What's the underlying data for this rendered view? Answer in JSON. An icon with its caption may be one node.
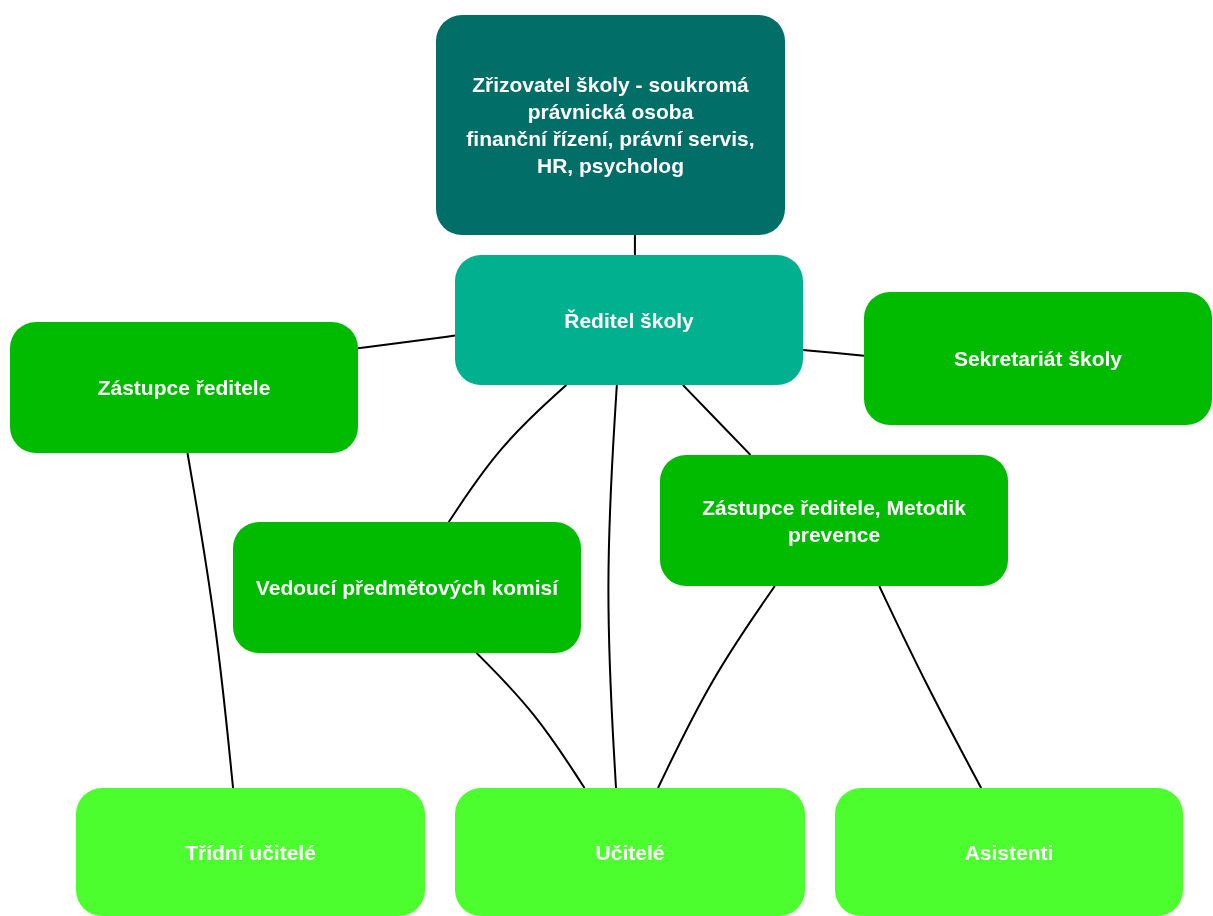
{
  "diagram": {
    "nodes": [
      {
        "text": [
          "Zřizovatel školy - soukromá právnická osoba",
          "finanční řízení, právní servis, HR, psycholog"
        ]
      },
      {
        "text": [
          "Ředitel školy"
        ]
      },
      {
        "text": [
          "Sekretariát školy"
        ]
      },
      {
        "text": [
          "Zástupce ředitele"
        ]
      },
      {
        "text": [
          "Zástupce ředitele, Metodik prevence"
        ]
      },
      {
        "text": [
          "Vedoucí předmětových komisí"
        ]
      },
      {
        "text": [
          "Třídní učitelé"
        ]
      },
      {
        "text": [
          "Učitelé"
        ]
      },
      {
        "text": [
          "Asistenti"
        ]
      }
    ],
    "edges": [
      {
        "from": 0,
        "to": 1,
        "arrow": "none"
      },
      {
        "from": 1,
        "to": 3,
        "arrow": "none"
      },
      {
        "from": 1,
        "to": 2,
        "arrow": "none"
      },
      {
        "from": 1,
        "to": 5,
        "arrow": "none"
      },
      {
        "from": 1,
        "to": 7,
        "arrow": "none"
      },
      {
        "from": 1,
        "to": 4,
        "arrow": "none"
      },
      {
        "from": 3,
        "to": 6,
        "arrow": "none"
      },
      {
        "from": 5,
        "to": 7,
        "arrow": "none"
      },
      {
        "from": 4,
        "to": 7,
        "arrow": "none"
      },
      {
        "from": 4,
        "to": 8,
        "arrow": "none"
      }
    ]
  }
}
